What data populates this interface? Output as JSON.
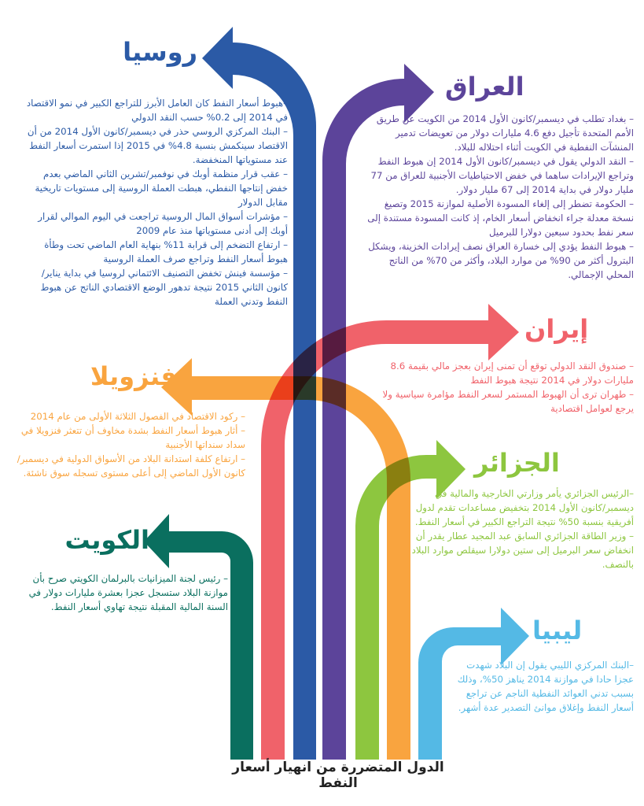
{
  "colors": {
    "russia": "#2b5aa6",
    "iraq": "#5c449a",
    "iran": "#f0626a",
    "venezuela": "#f9a43f",
    "algeria": "#8dc63f",
    "kuwait": "#0a6f5f",
    "libya": "#54b9e5"
  },
  "footer": {
    "title": "الدول المتضررة من انهيار أسعار النفط"
  },
  "countries": {
    "russia": {
      "name": "روسيا",
      "points": [
        "–هبوط أسعار النفط كان العامل الأبرز للتراجع الكبير في نمو الاقتصاد في 2014 إلى 0.2% حسب النقد الدولي",
        "– البنك المركزي الروسي حذر في ديسمبر/كانون الأول 2014 من أن الاقتصاد سينكمش بنسبة 4.8% في 2015 إذا استمرت أسعار النفط عند مستوياتها المنخفضة.",
        "– عقب قرار منظمة أوبك في نوفمبر/تشرين الثاني الماضي بعدم خفض إنتاجها النفطي، هبطت العملة الروسية إلى مستويات تاريخية مقابل الدولار",
        "– مؤشرات أسواق المال الروسية تراجعت في اليوم الموالي لقرار أوبك إلى أدنى مستوياتها منذ عام 2009",
        "– ارتفاع التضخم إلى قرابة 11% بنهاية العام الماضي تحت وطأة هبوط أسعار النفط وتراجع صرف العملة الروسية",
        "– مؤسسة فينش تخفض التصنيف الائتماني لروسيا في بداية يناير/كانون الثاني 2015 نتيجة تدهور الوضع الاقتصادي الناتج عن هبوط النفط وتدني العملة"
      ]
    },
    "iraq": {
      "name": "العراق",
      "points": [
        "– بغداد تطلب في ديسمبر/كانون الأول 2014 من الكويت عن طريق الأمم المتحدة تأجيل دفع 4.6 مليارات دولار من تعويضات تدمير المنشآت النفطية في الكويت أثناء احتلاله للبلاد.",
        "– النقد الدولي يقول في ديسمبر/كانون الأول 2014 إن هبوط النفط وتراجع الإيرادات ساهما في خفض الاحتياطيات الأجنبية للعراق من 77 مليار دولار في بداية 2014 إلى 67 مليار دولار.",
        "– الحكومة تضطر إلى إلغاء المسودة الأصلية لموازنة 2015 وتصيغ نسخة معدلة جراء انخفاض أسعار الخام، إذ كانت المسودة مستندة إلى سعر نفط بحدود سبعين دولارا للبرميل",
        "– هبوط النفط يؤدي إلى خسارة العراق نصف إيرادات الخزينة، ويشكل البترول أكثر من 90% من موارد البلاد، وأكثر من 70% من الناتج المحلي الإجمالي."
      ]
    },
    "iran": {
      "name": "إيران",
      "points": [
        "– صندوق النقد الدولي توقع أن تمنى إيران بعجز مالي بقيمة 8.6 مليارات دولار في 2014 نتيجة هبوط النفط",
        "– طهران ترى أن الهبوط المستمر لسعر النفط مؤامرة سياسية ولا يرجع لعوامل اقتصادية"
      ]
    },
    "venezuela": {
      "name": "فنزويلا",
      "points": [
        "– ركود الاقتصاد في الفصول الثلاثة الأولى من عام 2014",
        "– أثار هبوط أسعار النفط بشدة مخاوف أن تتعثر فنزويلا في سداد سنداتها الأجنبية",
        "– ارتفاع كلفة استدانة البلاد من الأسواق الدولية في ديسمبر/كانون الأول الماضي إلى أعلى مستوى تسجله سوق ناشئة."
      ]
    },
    "algeria": {
      "name": "الجزائر",
      "points": [
        "–الرئيس الجزائري يأمر وزارتي الخارجية والمالية في ديسمبر/كانون الأول 2014 بتخفيض مساعدات تقدم لدول أفريقية بنسبة 50% نتيجة التراجع الكبير في أسعار النفط.",
        "– وزير الطاقة الجزائري السابق عبد المجيد عطار يقدر أن انخفاض سعر البرميل إلى ستين دولارا سيقلص موارد البلاد بالنصف."
      ]
    },
    "kuwait": {
      "name": "الكويت",
      "points": [
        "– رئيس لجنة الميزانيات بالبرلمان الكويتي صرح بأن موازنة البلاد ستسجل عجزا بعشرة مليارات دولار في السنة المالية المقبلة نتيجة تهاوي أسعار النفط."
      ]
    },
    "libya": {
      "name": "ليبيا",
      "points": [
        "–البنك المركزي الليبي يقول إن البلاد شهدت عجزا حادا في موازنة 2014 يناهز 50%، وذلك بسبب تدني العوائد النفطية الناجم عن تراجع أسعار النفط وإغلاق موانئ التصدير عدة أشهر."
      ]
    }
  }
}
